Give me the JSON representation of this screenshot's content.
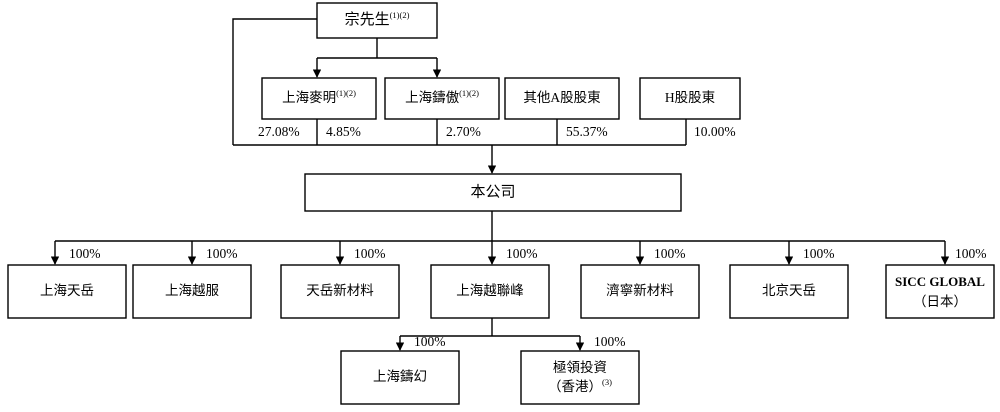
{
  "diagram": {
    "type": "organization-chart",
    "title": "Shareholding and corporate structure chart",
    "colors": {
      "line": "#000000",
      "box_fill": "#ffffff",
      "text": "#000000"
    },
    "nodes": {
      "mr_zong": {
        "label": "宗先生",
        "sup": "(1)(2)"
      },
      "shanghai_maiming": {
        "label": "上海麥明",
        "sup": "(1)(2)"
      },
      "shanghai_zhuaao": {
        "label": "上海鑄傲",
        "sup": "(1)(2)"
      },
      "other_a_shareholders": {
        "label": "其他A股股東",
        "sup": ""
      },
      "h_shareholders": {
        "label": "H股股東",
        "sup": ""
      },
      "company": {
        "label": "本公司",
        "sup": ""
      },
      "shanghai_tianyue": {
        "label": "上海天岳",
        "sup": ""
      },
      "shanghai_yuefu": {
        "label": "上海越服",
        "sup": ""
      },
      "tianyue_new_material": {
        "label": "天岳新材料",
        "sup": ""
      },
      "shanghai_yuelianfeng": {
        "label": "上海越聯峰",
        "sup": ""
      },
      "jining_new_material": {
        "label": "濟寧新材料",
        "sup": ""
      },
      "beijing_tianyue": {
        "label": "北京天岳",
        "sup": ""
      },
      "sicc_global": {
        "label_line1": "SICC GLOBAL",
        "label_line2": "（日本）",
        "sup": ""
      },
      "shanghai_zhuhuan": {
        "label": "上海鑄幻",
        "sup": ""
      },
      "jiling_investment": {
        "label_line1": "極領投資",
        "label_line2": "（香港）",
        "sup": "(3)"
      }
    },
    "percentages": {
      "zong_direct": "27.08%",
      "maiming_to_company": "4.85%",
      "zhuaao_to_company": "2.70%",
      "other_a_to_company": "55.37%",
      "h_to_company": "10.00%",
      "tianyue": "100%",
      "yuefu": "100%",
      "tianyue_new_material": "100%",
      "yuelianfeng": "100%",
      "jining": "100%",
      "beijing": "100%",
      "sicc": "100%",
      "zhuhuan": "100%",
      "jiling": "100%"
    }
  }
}
